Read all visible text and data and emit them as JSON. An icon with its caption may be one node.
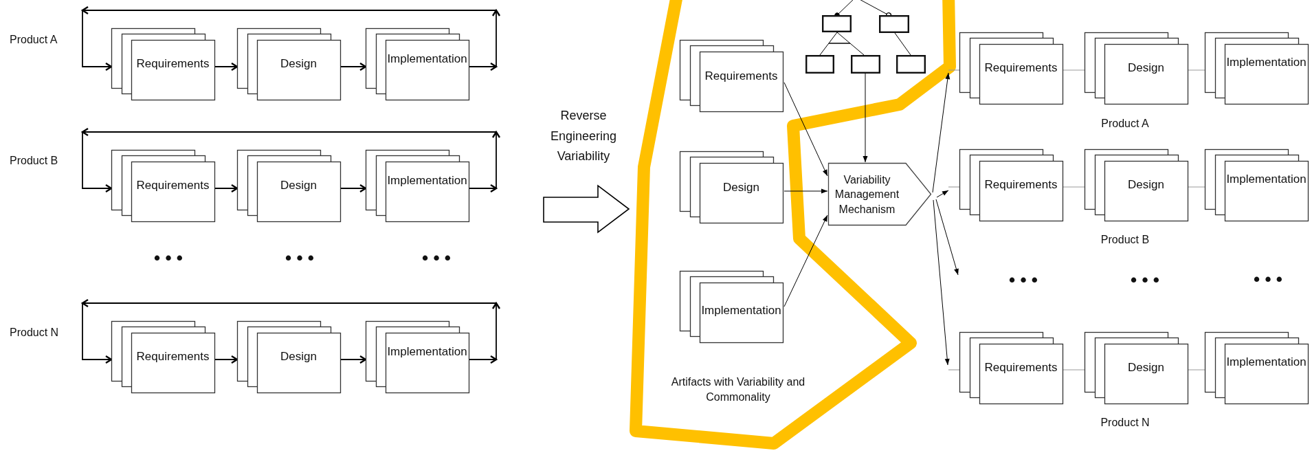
{
  "diagram": {
    "nodes": [
      {
        "text": [
          "Requirements"
        ]
      },
      {
        "text": [
          "Design"
        ]
      },
      {
        "text": [
          "Implementation"
        ]
      },
      {
        "text": [
          "Requirements"
        ]
      },
      {
        "text": [
          "Design"
        ]
      },
      {
        "text": [
          "Implementation"
        ]
      },
      {
        "text": [
          "Requirements"
        ]
      },
      {
        "text": [
          "Design"
        ]
      },
      {
        "text": [
          "Implementation"
        ]
      },
      {
        "text": [],
        "shape": "box"
      },
      {
        "text": [],
        "shape": "box"
      },
      {
        "text": [],
        "shape": "box"
      },
      {
        "text": [],
        "shape": "box"
      },
      {
        "text": [],
        "shape": "box"
      },
      {
        "text": [
          "Requirements"
        ]
      },
      {
        "text": [
          "Design"
        ]
      },
      {
        "text": [
          "Implementation"
        ]
      },
      {
        "text": [
          "Variability Management Mechanism"
        ]
      },
      {
        "text": [
          "Requirements"
        ]
      },
      {
        "text": [
          "Design"
        ]
      },
      {
        "text": [
          "Implementation"
        ]
      },
      {
        "text": [
          "Requirements"
        ]
      },
      {
        "text": [
          "Design"
        ]
      },
      {
        "text": [
          "Implementation"
        ]
      },
      {
        "text": [
          "Requirements"
        ]
      },
      {
        "text": [
          "Design"
        ]
      },
      {
        "text": [
          "Implementation"
        ]
      }
    ],
    "edges": [
      {
        "from": 0,
        "to": 1,
        "arrow": "to"
      },
      {
        "from": 1,
        "to": 2,
        "arrow": "to"
      },
      {
        "from": 2,
        "to": 0,
        "arrow": "to"
      },
      {
        "from": 3,
        "to": 4,
        "arrow": "to"
      },
      {
        "from": 4,
        "to": 5,
        "arrow": "to"
      },
      {
        "from": 5,
        "to": 3,
        "arrow": "to"
      },
      {
        "from": 6,
        "to": 7,
        "arrow": "to"
      },
      {
        "from": 7,
        "to": 8,
        "arrow": "to"
      },
      {
        "from": 8,
        "to": 6,
        "arrow": "to"
      },
      {
        "from": null,
        "to": 9,
        "arrow": "other"
      },
      {
        "from": null,
        "to": 10,
        "arrow": "other"
      },
      {
        "from": 9,
        "to": 11,
        "arrow": "none"
      },
      {
        "from": 9,
        "to": 12,
        "arrow": "none"
      },
      {
        "from": 10,
        "to": 13,
        "arrow": "none"
      },
      {
        "from": 14,
        "to": 17,
        "arrow": "to"
      },
      {
        "from": 15,
        "to": 17,
        "arrow": "to"
      },
      {
        "from": 16,
        "to": 17,
        "arrow": "to"
      },
      {
        "from": 12,
        "to": 17,
        "arrow": "to"
      },
      {
        "from": 17,
        "to": 18,
        "arrow": "to"
      },
      {
        "from": 17,
        "to": 21,
        "arrow": "to"
      },
      {
        "from": 17,
        "to": null,
        "arrow": "to"
      },
      {
        "from": 17,
        "to": 24,
        "arrow": "to"
      },
      {
        "from": 18,
        "to": 19,
        "arrow": "none",
        "color": "#9a9a9a"
      },
      {
        "from": 19,
        "to": 20,
        "arrow": "none",
        "color": "#9a9a9a"
      },
      {
        "from": 21,
        "to": 22,
        "arrow": "none",
        "color": "#9a9a9a"
      },
      {
        "from": 22,
        "to": 23,
        "arrow": "none",
        "color": "#9a9a9a"
      },
      {
        "from": 24,
        "to": 25,
        "arrow": "none",
        "color": "#9a9a9a"
      },
      {
        "from": 25,
        "to": 26,
        "arrow": "none",
        "color": "#9a9a9a"
      }
    ],
    "labels": [
      "Product A",
      "Product B",
      "• • •",
      "• • •",
      "• • •",
      "Product N",
      "Reverse Engineering Variability",
      "Artifacts with Variability and Commonality",
      "Product A",
      "Product B",
      "• • •",
      "• • •",
      "• • •",
      "Product N"
    ]
  }
}
